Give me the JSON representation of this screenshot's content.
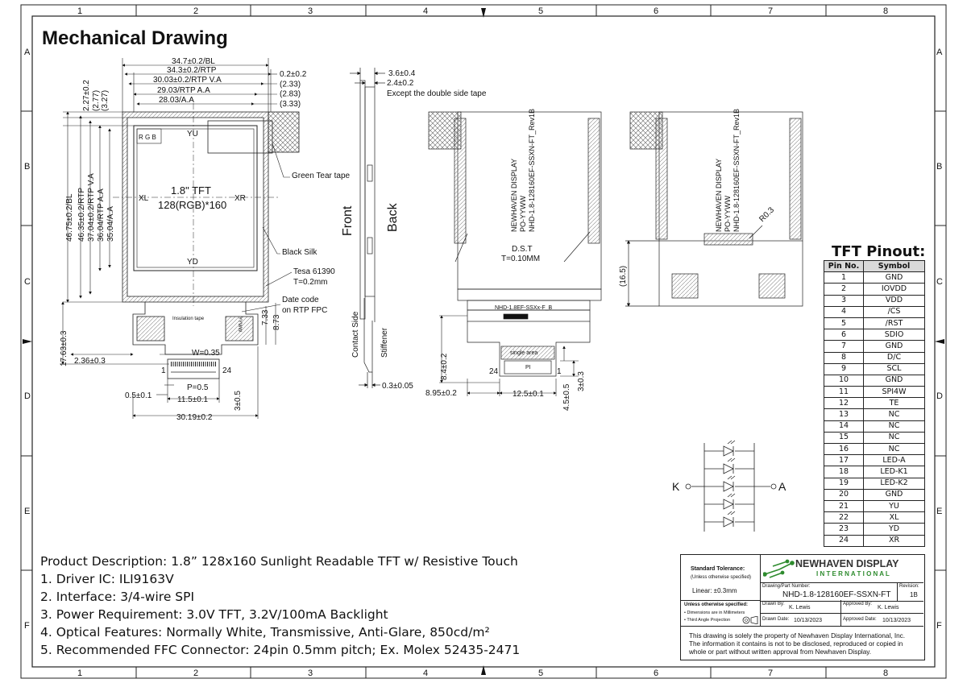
{
  "title": "Mechanical Drawing",
  "border_columns": [
    "1",
    "2",
    "3",
    "4",
    "5",
    "6",
    "7",
    "8"
  ],
  "border_rows": [
    "A",
    "B",
    "C",
    "D",
    "E",
    "F"
  ],
  "dims_top": [
    "34.7±0.2/BL",
    "34.3±0.2/RTP",
    "30.03±0.2/RTP V.A",
    "29.03/RTP A.A",
    "28.03/A.A"
  ],
  "dims_top_right": [
    "0.2±0.2",
    "(2.33)",
    "(2.83)",
    "(3.33)"
  ],
  "dims_left_small": [
    "2.27±0.2",
    "(2.77)",
    "(3.27)"
  ],
  "dims_vertical": [
    "46.75±0.2/BL",
    "46.35±0.2/RTP",
    "37.04±0.2/RTP V.A",
    "36.04/RTP A.A",
    "35.04/A.A"
  ],
  "front_labels": {
    "yu": "YU",
    "yd": "YD",
    "xl": "XL",
    "xr": "XR",
    "tft_line1": "1.8\" TFT",
    "tft_line2": "128(RGB)*160",
    "rgb": "R G B",
    "green_tape": "Green Tear tape",
    "black_silk": "Black Silk",
    "tesa": "Tesa 61390",
    "tesa_t": "T=0.2mm",
    "date_code1": "Date code",
    "date_code2": "on RTP FPC",
    "insulation": "Insulation tape",
    "yyww": "YYWW"
  },
  "fpc_dims": {
    "d1763": "17.63±0.3",
    "d236": "2.36±0.3",
    "w": "W=0.35",
    "p": "P=0.5",
    "pin1": "1",
    "pin24": "24",
    "d05": "0.5±0.1",
    "d115": "11.5±0.1",
    "d3019": "30.19±0.2",
    "d305": "3±0.5",
    "d733": "7.33",
    "d873": "8.73"
  },
  "side_view": {
    "d36": "3.6±0.4",
    "d24": "2.4±0.2",
    "except": "Except the double side tape",
    "front": "Front",
    "back": "Back",
    "contact": "Contact Side",
    "stiffener": "Stiffener",
    "d03": "0.3±0.05"
  },
  "back_view": {
    "line1": "NEWHAVEN DISPLAY",
    "line2": "PO-YYWW",
    "line3": "NHD-1.8-128160EF-SSXN-FT_Rev1B",
    "dst": "D.S.T",
    "dst_t": "T=0.10MM",
    "fpc_label": "NHD-1.8EF-SSXx-F_B",
    "single_area": "single area",
    "pi": "PI",
    "pin24": "24",
    "pin1": "1",
    "d84": "8.4±0.2",
    "d895": "8.95±0.2",
    "d125": "12.5±0.1",
    "d45": "4.5±0.5",
    "d3": "3±0.3"
  },
  "right_view": {
    "line1": "NEWHAVEN DISPLAY",
    "line2": "PO-YYWW",
    "line3": "NHD-1.8-128160EF-SSXN-FT_Rev1B",
    "r03": "R0.3",
    "d165": "(16.5)"
  },
  "led": {
    "k": "K",
    "a": "A"
  },
  "pinout": {
    "title": "TFT Pinout:",
    "headers": [
      "Pin No.",
      "Symbol"
    ],
    "rows": [
      [
        "1",
        "GND"
      ],
      [
        "2",
        "IOVDD"
      ],
      [
        "3",
        "VDD"
      ],
      [
        "4",
        "/CS"
      ],
      [
        "5",
        "/RST"
      ],
      [
        "6",
        "SDIO"
      ],
      [
        "7",
        "GND"
      ],
      [
        "8",
        "D/C"
      ],
      [
        "9",
        "SCL"
      ],
      [
        "10",
        "GND"
      ],
      [
        "11",
        "SPI4W"
      ],
      [
        "12",
        "TE"
      ],
      [
        "13",
        "NC"
      ],
      [
        "14",
        "NC"
      ],
      [
        "15",
        "NC"
      ],
      [
        "16",
        "NC"
      ],
      [
        "17",
        "LED-A"
      ],
      [
        "18",
        "LED-K1"
      ],
      [
        "19",
        "LED-K2"
      ],
      [
        "20",
        "GND"
      ],
      [
        "21",
        "YU"
      ],
      [
        "22",
        "XL"
      ],
      [
        "23",
        "YD"
      ],
      [
        "24",
        "XR"
      ]
    ]
  },
  "description": {
    "heading": "Product Description: 1.8” 128x160 Sunlight Readable TFT w/ Resistive Touch",
    "items": [
      "1. Driver IC: ILI9163V",
      "2. Interface: 3/4-wire SPI",
      "3. Power Requirement: 3.0V TFT, 3.2V/100mA Backlight",
      "4. Optical Features: Normally White, Transmissive, Anti-Glare, 850cd/m²",
      "5. Recommended FFC Connector: 24pin 0.5mm pitch; Ex. Molex 52435-2471"
    ]
  },
  "title_block": {
    "std_tol": "Standard Tolerance:",
    "unless": "(Unless otherwise specified)",
    "linear": "Linear:   ±0.3mm",
    "logo_top": "NEWHAVEN DISPLAY",
    "logo_bottom": "I N T E R N A T I O N A L",
    "part_label": "Drawing/Part Number:",
    "part": "NHD-1.8-128160EF-SSXN-FT",
    "rev_label": "Revision:",
    "rev": "1B",
    "unless2": "Unless otherwise specified:",
    "dims_mm": "• Dimensions are in Millimeters",
    "third_angle": "• Third Angle Projection",
    "drawn_by_label": "Drawn By:",
    "drawn_by": "K. Lewis",
    "approved_by_label": "Approved By:",
    "approved_by": "K. Lewis",
    "drawn_date_label": "Drawn Date:",
    "drawn_date": "10/13/2023",
    "approved_date_label": "Approved Date:",
    "approved_date": "10/13/2023",
    "notice": [
      "This drawing is solely the property of Newhaven Display International, Inc.",
      "The information it contains is not to be disclosed, reproduced or copied in",
      "whole or part without written approval from Newhaven Display."
    ]
  }
}
